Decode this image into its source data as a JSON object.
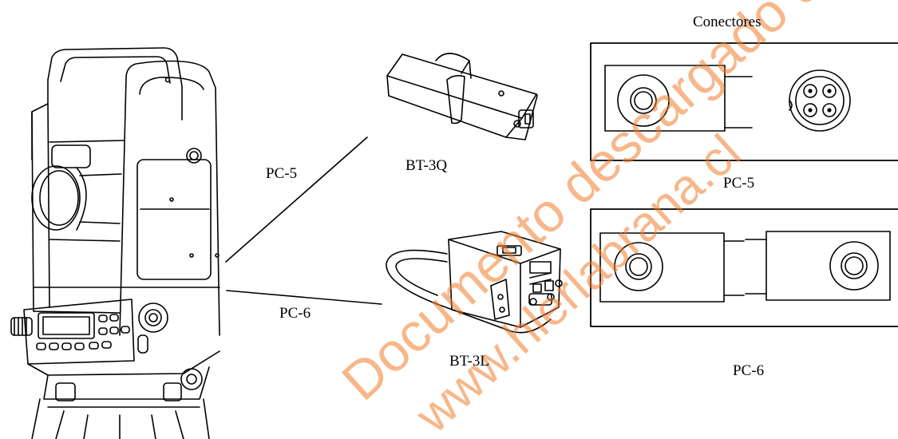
{
  "labels": {
    "connectors_title": "Conectores",
    "cable_pc5": "PC-5",
    "cable_pc6": "PC-6",
    "battery_bt3q": "BT-3Q",
    "battery_bt3l": "BT-3L",
    "connector_pc5": "PC-5",
    "connector_pc6": "PC-6"
  },
  "watermark": {
    "line1": "Documento descargado de",
    "line2": "www.hlerlabrana.cl"
  },
  "colors": {
    "ink": "#000000",
    "watermark": "#f07c2a"
  }
}
